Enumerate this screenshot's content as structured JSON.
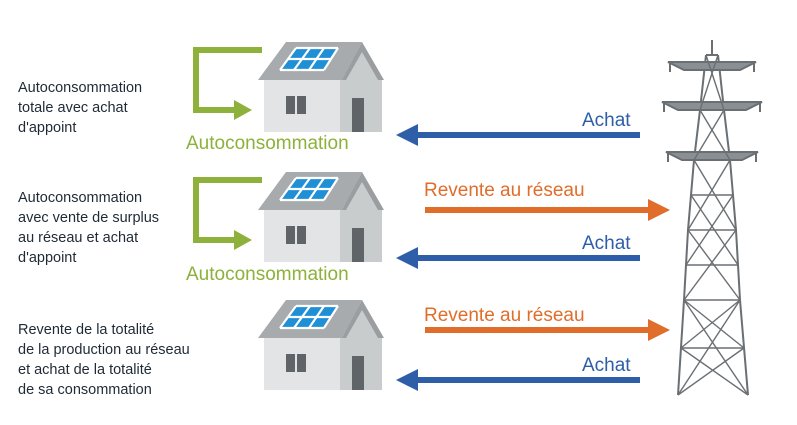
{
  "colors": {
    "autoconsommation": "#8db13a",
    "achat": "#2e5ea8",
    "revente": "#e06d2a",
    "roof": "#a7abae",
    "wall": "#d9dbdc",
    "panel": "#1f8fd6",
    "tower": "#6a6f73"
  },
  "scenarios": [
    {
      "description": "Autoconsommation\ntotale avec achat\nd'appoint",
      "autoconsommation_label": "Autoconsommation",
      "achat_label": "Achat"
    },
    {
      "description": "Autoconsommation\navec vente de surplus\nau réseau et achat\nd'appoint",
      "autoconsommation_label": "Autoconsommation",
      "revente_label": "Revente au réseau",
      "achat_label": "Achat"
    },
    {
      "description": "Revente de la totalité\nde la production au réseau\net achat de la totalité\nde sa consommation",
      "revente_label": "Revente au réseau",
      "achat_label": "Achat"
    }
  ],
  "icons": [
    "house-icon",
    "solar-panel-icon",
    "loop-arrow-icon",
    "pylon-icon"
  ]
}
